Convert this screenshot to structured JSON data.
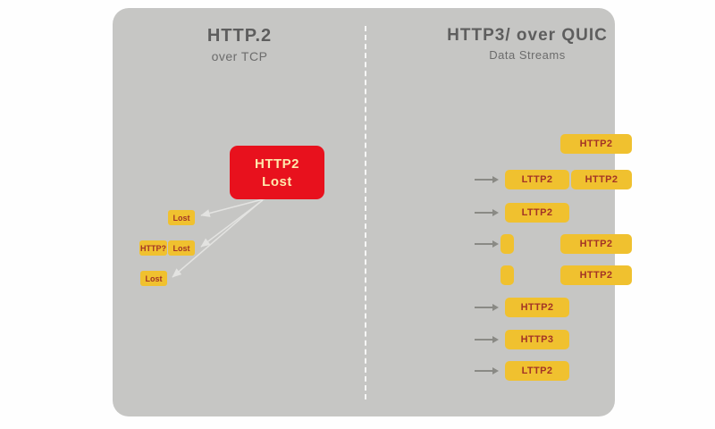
{
  "left": {
    "title": "HTTP.2",
    "subtitle": "over TCP",
    "lost_box": {
      "line1": "HTTP2",
      "line2": "Lost"
    },
    "packets": [
      {
        "label": "Lost"
      },
      {
        "label": "HTTP?"
      },
      {
        "label": "Lost"
      },
      {
        "label": "Lost"
      }
    ]
  },
  "right": {
    "title": "HTTP3/ over QUIC",
    "subtitle": "Data Streams",
    "rows": [
      {
        "arrow": false,
        "boxes": [
          "HTTP2"
        ]
      },
      {
        "arrow": true,
        "boxes": [
          "LTTP2",
          "HTTP2"
        ]
      },
      {
        "arrow": true,
        "boxes": [
          "LTTP2"
        ]
      },
      {
        "arrow": true,
        "boxes": [
          "",
          "HTTP2"
        ]
      },
      {
        "arrow": false,
        "boxes": [
          "",
          "HTTP2"
        ]
      },
      {
        "arrow": true,
        "boxes": [
          "HTTP2"
        ]
      },
      {
        "arrow": true,
        "boxes": [
          "HTTP3"
        ]
      },
      {
        "arrow": true,
        "boxes": [
          "LTTP2"
        ]
      }
    ]
  },
  "colors": {
    "panel_bg": "#c6c6c4",
    "box_yellow": "#f0c12f",
    "box_red": "#e8111d",
    "label_on_yellow": "#a33426",
    "arrow_gray": "#8a8a85",
    "lost_arrow": "#e3e3e1"
  }
}
